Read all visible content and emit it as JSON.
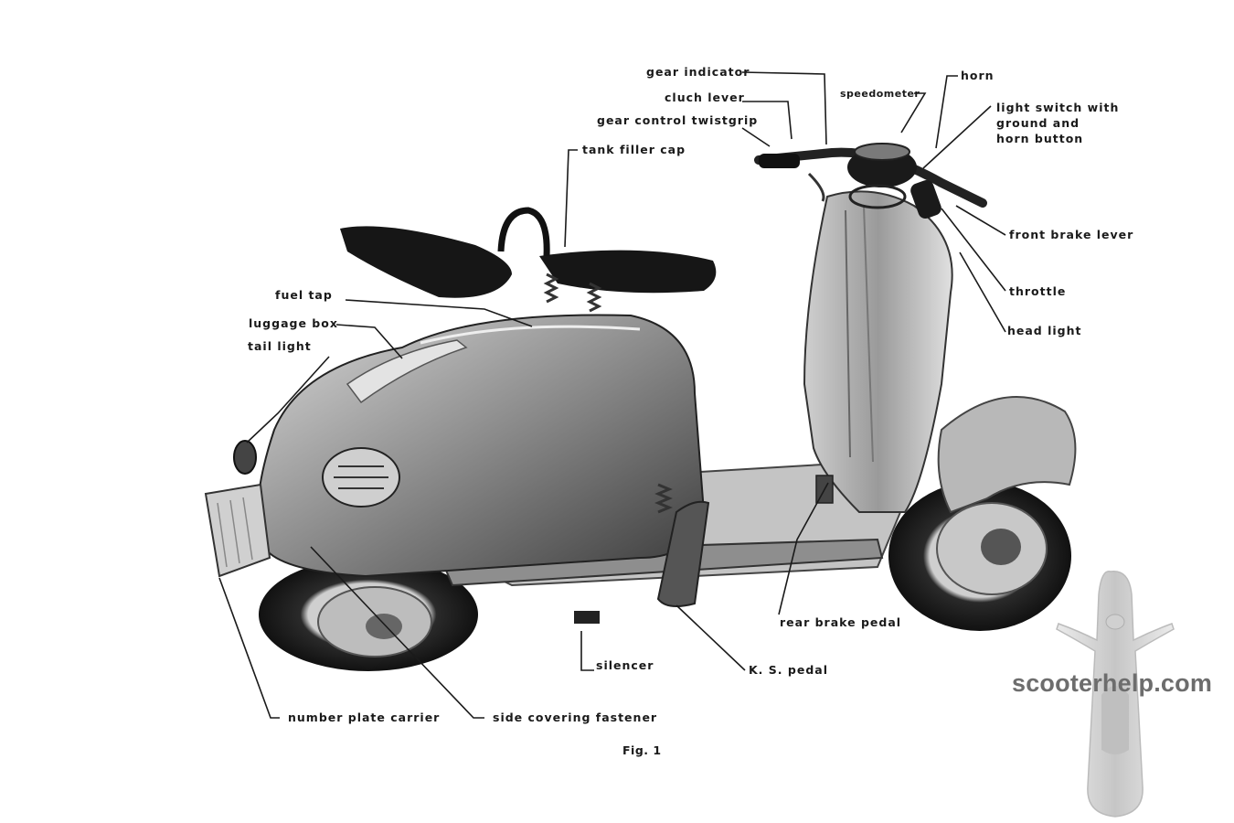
{
  "labels": {
    "gear_indicator": "gear indicator",
    "cluch_lever": "cluch lever",
    "gear_control_twistgrip": "gear control twistgrip",
    "tank_filler_cap": "tank filler cap",
    "speedometer": "speedometer",
    "horn": "horn",
    "light_switch_line1": "light switch with",
    "light_switch_line2": "ground and",
    "light_switch_line3": "horn button",
    "front_brake_lever": "front brake lever",
    "throttle": "throttle",
    "head_light": "head light",
    "fuel_tap": "fuel tap",
    "luggage_box": "luggage box",
    "tail_light": "tail light",
    "rear_brake_pedal": "rear brake pedal",
    "silencer": "silencer",
    "ks_pedal": "K. S. pedal",
    "number_plate_carrier": "number plate carrier",
    "side_covering_fastener": "side covering fastener"
  },
  "caption": "Fig. 1",
  "watermark": "scooterhelp.com"
}
